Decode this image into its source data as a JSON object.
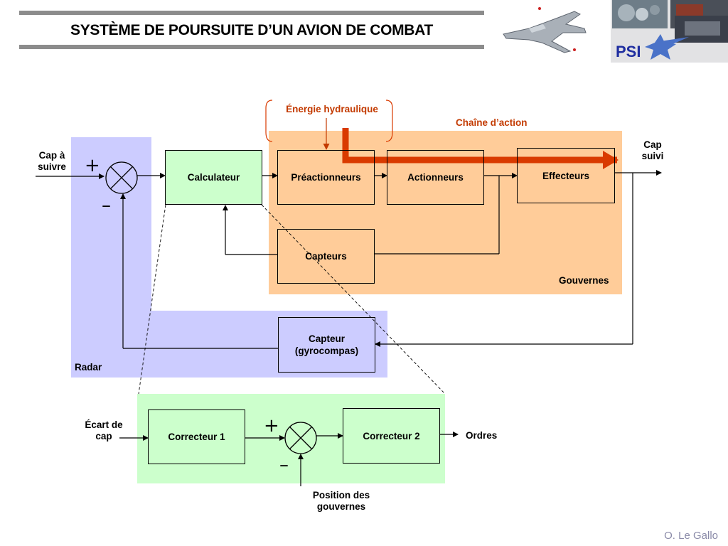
{
  "header": {
    "title": "SYSTÈME DE POURSUITE D’UN AVION DE COMBAT",
    "logo_text": "PSI"
  },
  "zones": {
    "radar": "Radar",
    "gouvernes": "Gouvernes",
    "chaine_action": "Chaîne d’action",
    "energie": "Énergie hydraulique"
  },
  "blocks": {
    "calculateur": "Calculateur",
    "preactionneurs": "Préactionneurs",
    "actionneurs": "Actionneurs",
    "effecteurs": "Effecteurs",
    "capteurs": "Capteurs",
    "capteur_gyro_line1": "Capteur",
    "capteur_gyro_line2": "(gyrocompas)",
    "correcteur1": "Correcteur 1",
    "correcteur2": "Correcteur 2"
  },
  "signals": {
    "cap_a_suivre_line1": "Cap à",
    "cap_a_suivre_line2": "suivre",
    "cap_suivi_line1": "Cap",
    "cap_suivi_line2": "suivi",
    "ecart_line1": "Écart de",
    "ecart_line2": "cap",
    "ordres": "Ordres",
    "position_line1": "Position des",
    "position_line2": "gouvernes"
  },
  "signs": {
    "plus": "+",
    "minus": "–"
  },
  "footer": {
    "author": "O. Le Gallo"
  },
  "colors": {
    "radar_zone": "#ccccff",
    "gouvernes_zone": "#ffcc99",
    "green_block": "#ccffcc",
    "action_arrow": "#d93a00",
    "energy_text": "#c33a00",
    "rule": "#8c8c8c"
  }
}
